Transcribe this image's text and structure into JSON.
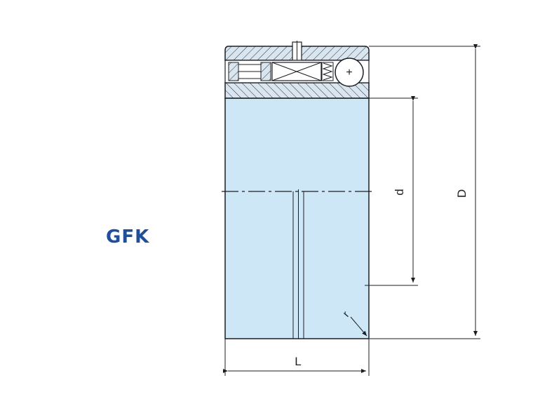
{
  "product": {
    "code": "GFK"
  },
  "dimensions": {
    "outer_diameter": "D",
    "bore_diameter": "d",
    "width": "L",
    "corner_radius": "r"
  },
  "colors": {
    "body_fill": "#cde7f7",
    "outline": "#1b1f24",
    "label_blue": "#1f4f9a",
    "hatch_fill": "#d9e6f0"
  },
  "icons": {
    "center_mark": "plus-sign"
  }
}
